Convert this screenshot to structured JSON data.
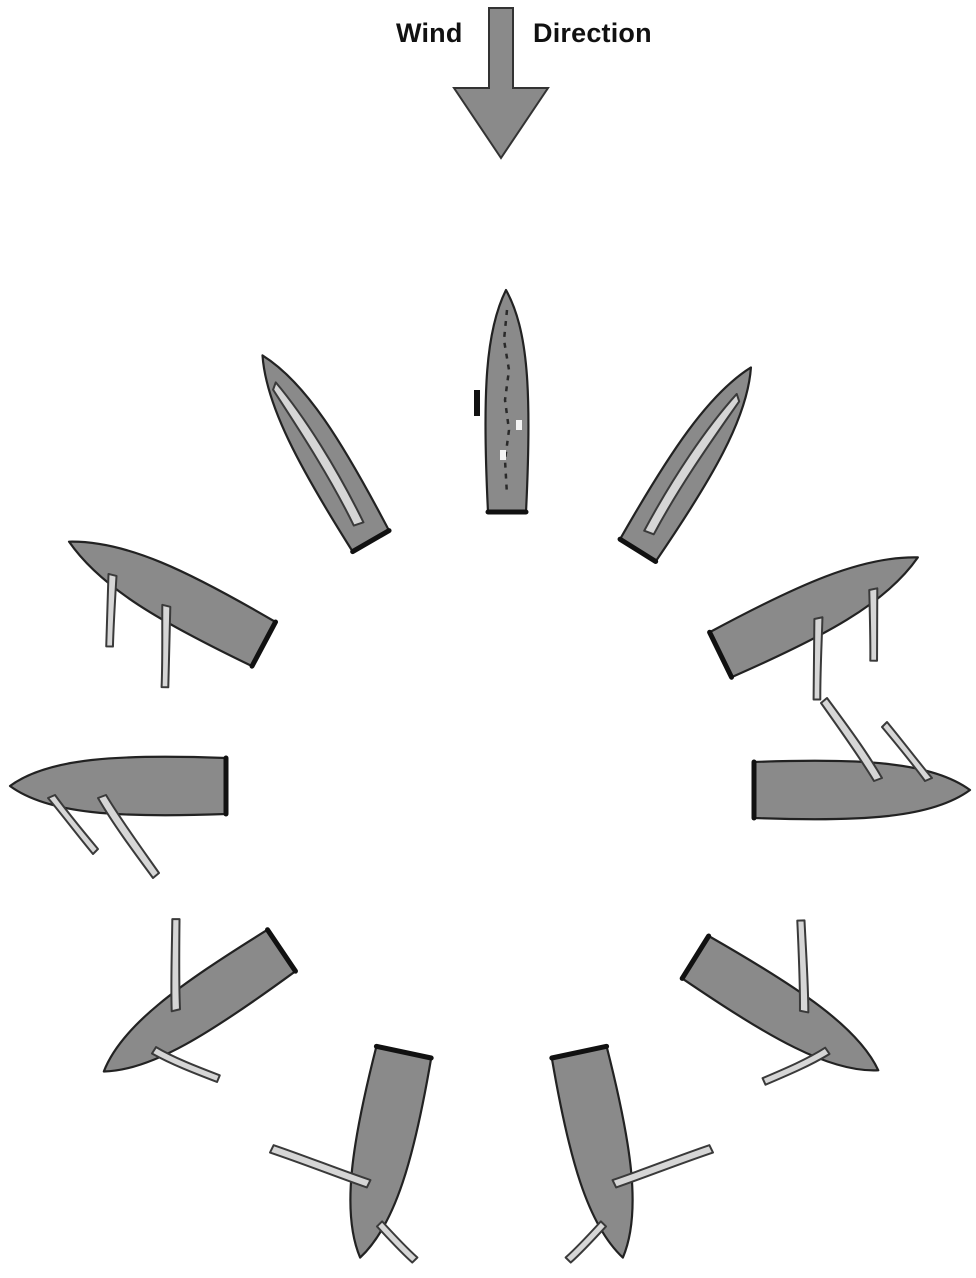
{
  "labels": {
    "wind": "Wind",
    "direction": "Direction"
  },
  "colors": {
    "hull": "#8a8a8a",
    "sail": "#d6d6d6",
    "arrow": "#8a8a8a",
    "outline": "#222222"
  },
  "boats": [
    {
      "name": "boat-head-to-wind",
      "sails": "none"
    },
    {
      "name": "boat-close-hauled-port",
      "sails": "main"
    },
    {
      "name": "boat-close-hauled-starboard",
      "sails": "main"
    },
    {
      "name": "boat-close-reach-port",
      "sails": "main-and-jib"
    },
    {
      "name": "boat-close-reach-starboard",
      "sails": "main-and-jib"
    },
    {
      "name": "boat-beam-reach-port",
      "sails": "main-and-jib"
    },
    {
      "name": "boat-beam-reach-starboard",
      "sails": "main-and-jib"
    },
    {
      "name": "boat-broad-reach-port",
      "sails": "main-and-jib"
    },
    {
      "name": "boat-broad-reach-starboard",
      "sails": "main-and-jib"
    },
    {
      "name": "boat-running-port",
      "sails": "main-and-jib"
    },
    {
      "name": "boat-running-starboard",
      "sails": "main-and-jib"
    }
  ]
}
